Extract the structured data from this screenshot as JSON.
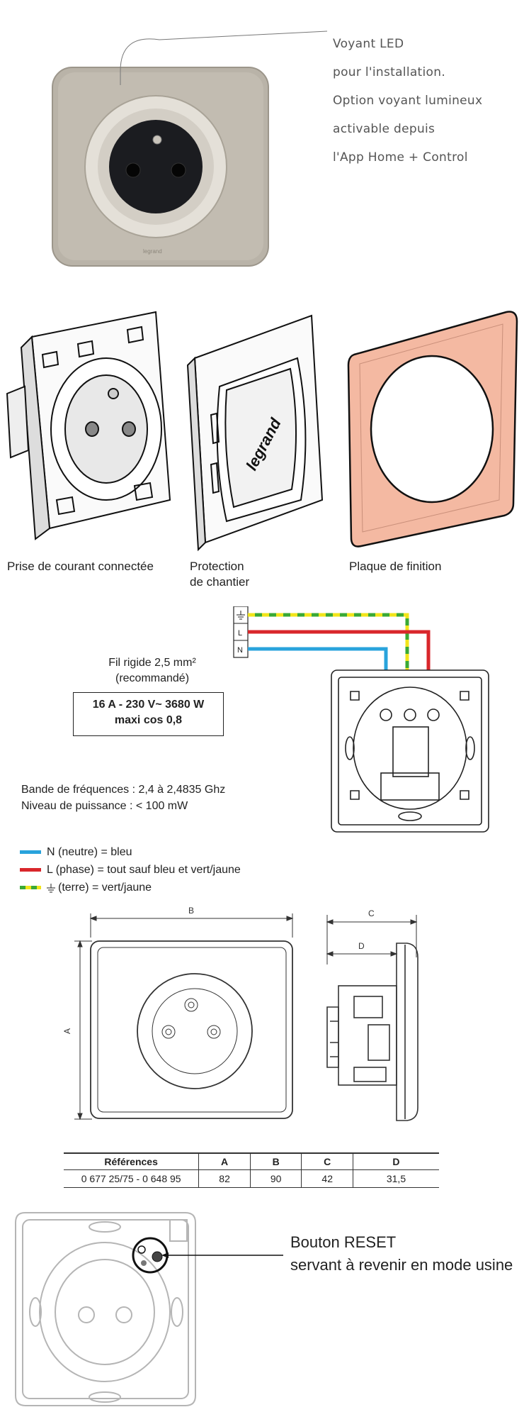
{
  "top_photo": {
    "led_callout": [
      "Voyant LED",
      "pour l'installation.",
      "Option voyant lumineux",
      "activable depuis",
      "l'App Home + Control"
    ],
    "brand_mark": "legrand"
  },
  "components": {
    "items": [
      {
        "label": "Prise de courant connectée"
      },
      {
        "label": "Protection\nde chantier"
      },
      {
        "label": "Plaque de finition"
      }
    ],
    "protection_brand": "legrand"
  },
  "wiring": {
    "terminal_labels": [
      "L",
      "N"
    ],
    "fil_rigide": [
      "Fil rigide 2,5 mm²",
      "(recommandé)"
    ],
    "rating": [
      "16 A - 230 V~ 3680 W",
      "maxi cos 0,8"
    ],
    "frequency": [
      "Bande de fréquences : 2,4 à 2,4835 Ghz",
      "Niveau de puissance : < 100 mW"
    ],
    "legend": [
      {
        "text": "N (neutre) = bleu",
        "color": "#29a3dc"
      },
      {
        "text": "L (phase) = tout sauf bleu et vert/jaune",
        "color": "#d9262b"
      },
      {
        "text": "(terre) = vert/jaune",
        "color": "#3aa935",
        "color2": "#f2e51a"
      }
    ]
  },
  "dimensions": {
    "labels": {
      "A": "A",
      "B": "B",
      "C": "C",
      "D": "D"
    },
    "table": {
      "headers": [
        "Références",
        "A",
        "B",
        "C",
        "D"
      ],
      "rows": [
        [
          "0 677 25/75 - 0 648 95",
          "82",
          "90",
          "42",
          "31,5"
        ]
      ]
    }
  },
  "reset": {
    "lines": [
      "Bouton RESET",
      "servant à revenir en mode usine"
    ]
  },
  "colors": {
    "plate_metal": "#b8b2a6",
    "finish_plate": "#f4b9a2",
    "neutral": "#29a3dc",
    "phase": "#d9262b",
    "earth_green": "#3aa935",
    "earth_yellow": "#f2e51a"
  }
}
